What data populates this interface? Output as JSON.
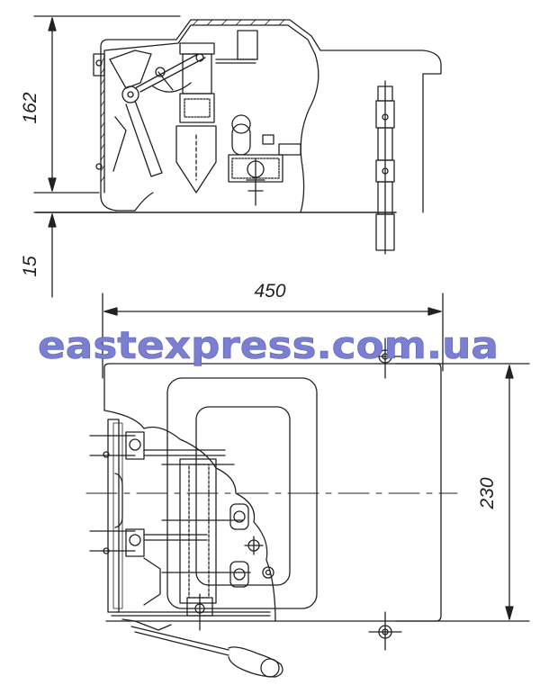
{
  "dimensions": {
    "height_main": "162",
    "height_base": "15",
    "width": "450",
    "depth": "230"
  },
  "watermark": "eastexpress.com.ua",
  "colors": {
    "line": "#222222",
    "watermark": "#7b7fd0"
  }
}
